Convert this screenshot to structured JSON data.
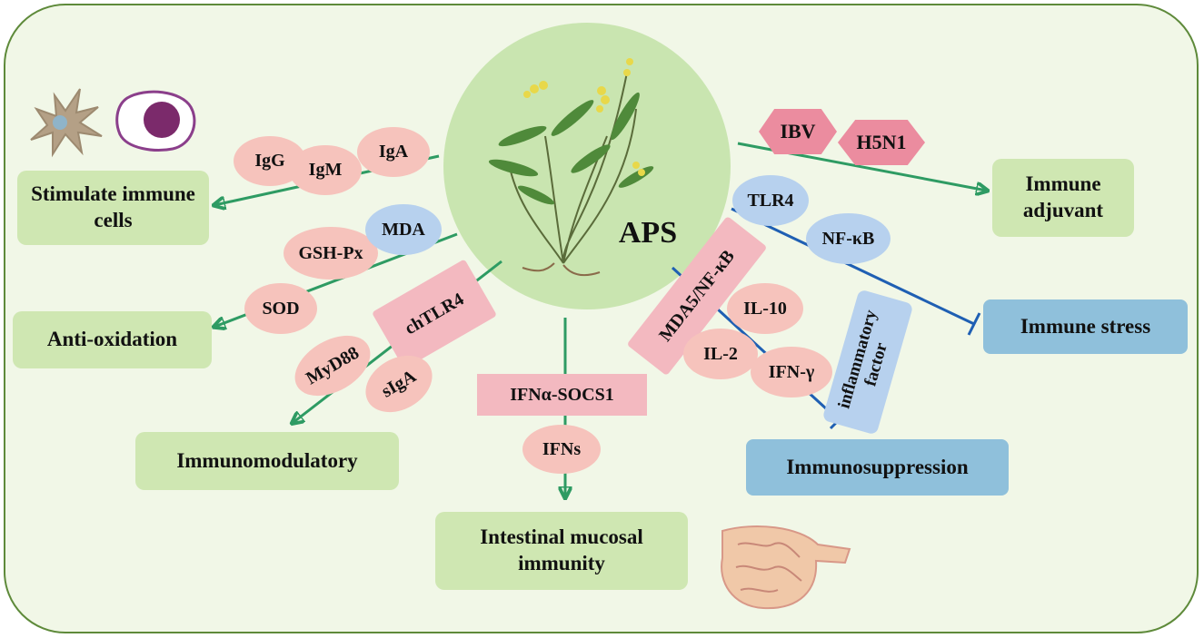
{
  "center": {
    "label": "APS"
  },
  "outcomes": {
    "stimulate": "Stimulate immune cells",
    "anti_oxidation": "Anti-oxidation",
    "immunomodulatory": "Immunomodulatory",
    "intestinal": "Intestinal mucosal immunity",
    "adjuvant": "Immune adjuvant",
    "immune_stress": "Immune stress",
    "immunosuppression": "Immunosuppression"
  },
  "mediators": {
    "igg": "IgG",
    "igm": "IgM",
    "iga": "IgA",
    "gsh_px": "GSH-Px",
    "mda": "MDA",
    "sod": "SOD",
    "chtlr4": "chTLR4",
    "myd88": "MyD88",
    "siga": "sIgA",
    "ifna_socs1": "IFNα-SOCS1",
    "ifns": "IFNs",
    "ibv": "IBV",
    "h5n1": "H5N1",
    "tlr4": "TLR4",
    "nfkb": "NF-κB",
    "mda5_nfkb": "MDA5/NF-κB",
    "il10": "IL-10",
    "il2": "IL-2",
    "ifng": "IFN-γ",
    "inflammatory_factor": "inflammatory factor"
  },
  "colors": {
    "activation_arrow": "#2e9b63",
    "inhibition_line": "#1f5fb3",
    "green_box": "#cfe7b2",
    "blue_box": "#8fc0db",
    "pink_ellipse": "#f6c3bc",
    "blue_ellipse": "#b7d1ee",
    "virus_hexagon": "#eb8c9f"
  },
  "icons": [
    "dendritic-cell-icon",
    "macrophage-icon",
    "astragalus-plant-icon",
    "intestine-icon"
  ]
}
